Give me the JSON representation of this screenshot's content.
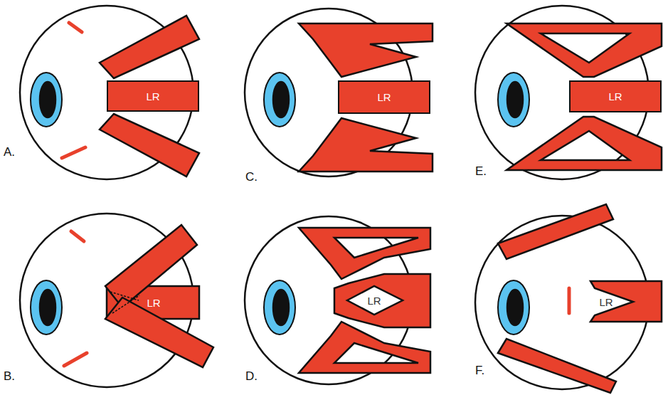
{
  "diagram": {
    "nodes": [
      {
        "text": [
          "LR"
        ]
      },
      {
        "text": [
          "LR"
        ]
      },
      {
        "text": [
          "LR"
        ]
      },
      {
        "text": [
          "LR"
        ]
      },
      {
        "text": [
          "LR"
        ]
      },
      {
        "text": [
          "LR"
        ]
      }
    ],
    "labels": [
      "A.",
      "C.",
      "E.",
      "B.",
      "D.",
      "F."
    ]
  }
}
